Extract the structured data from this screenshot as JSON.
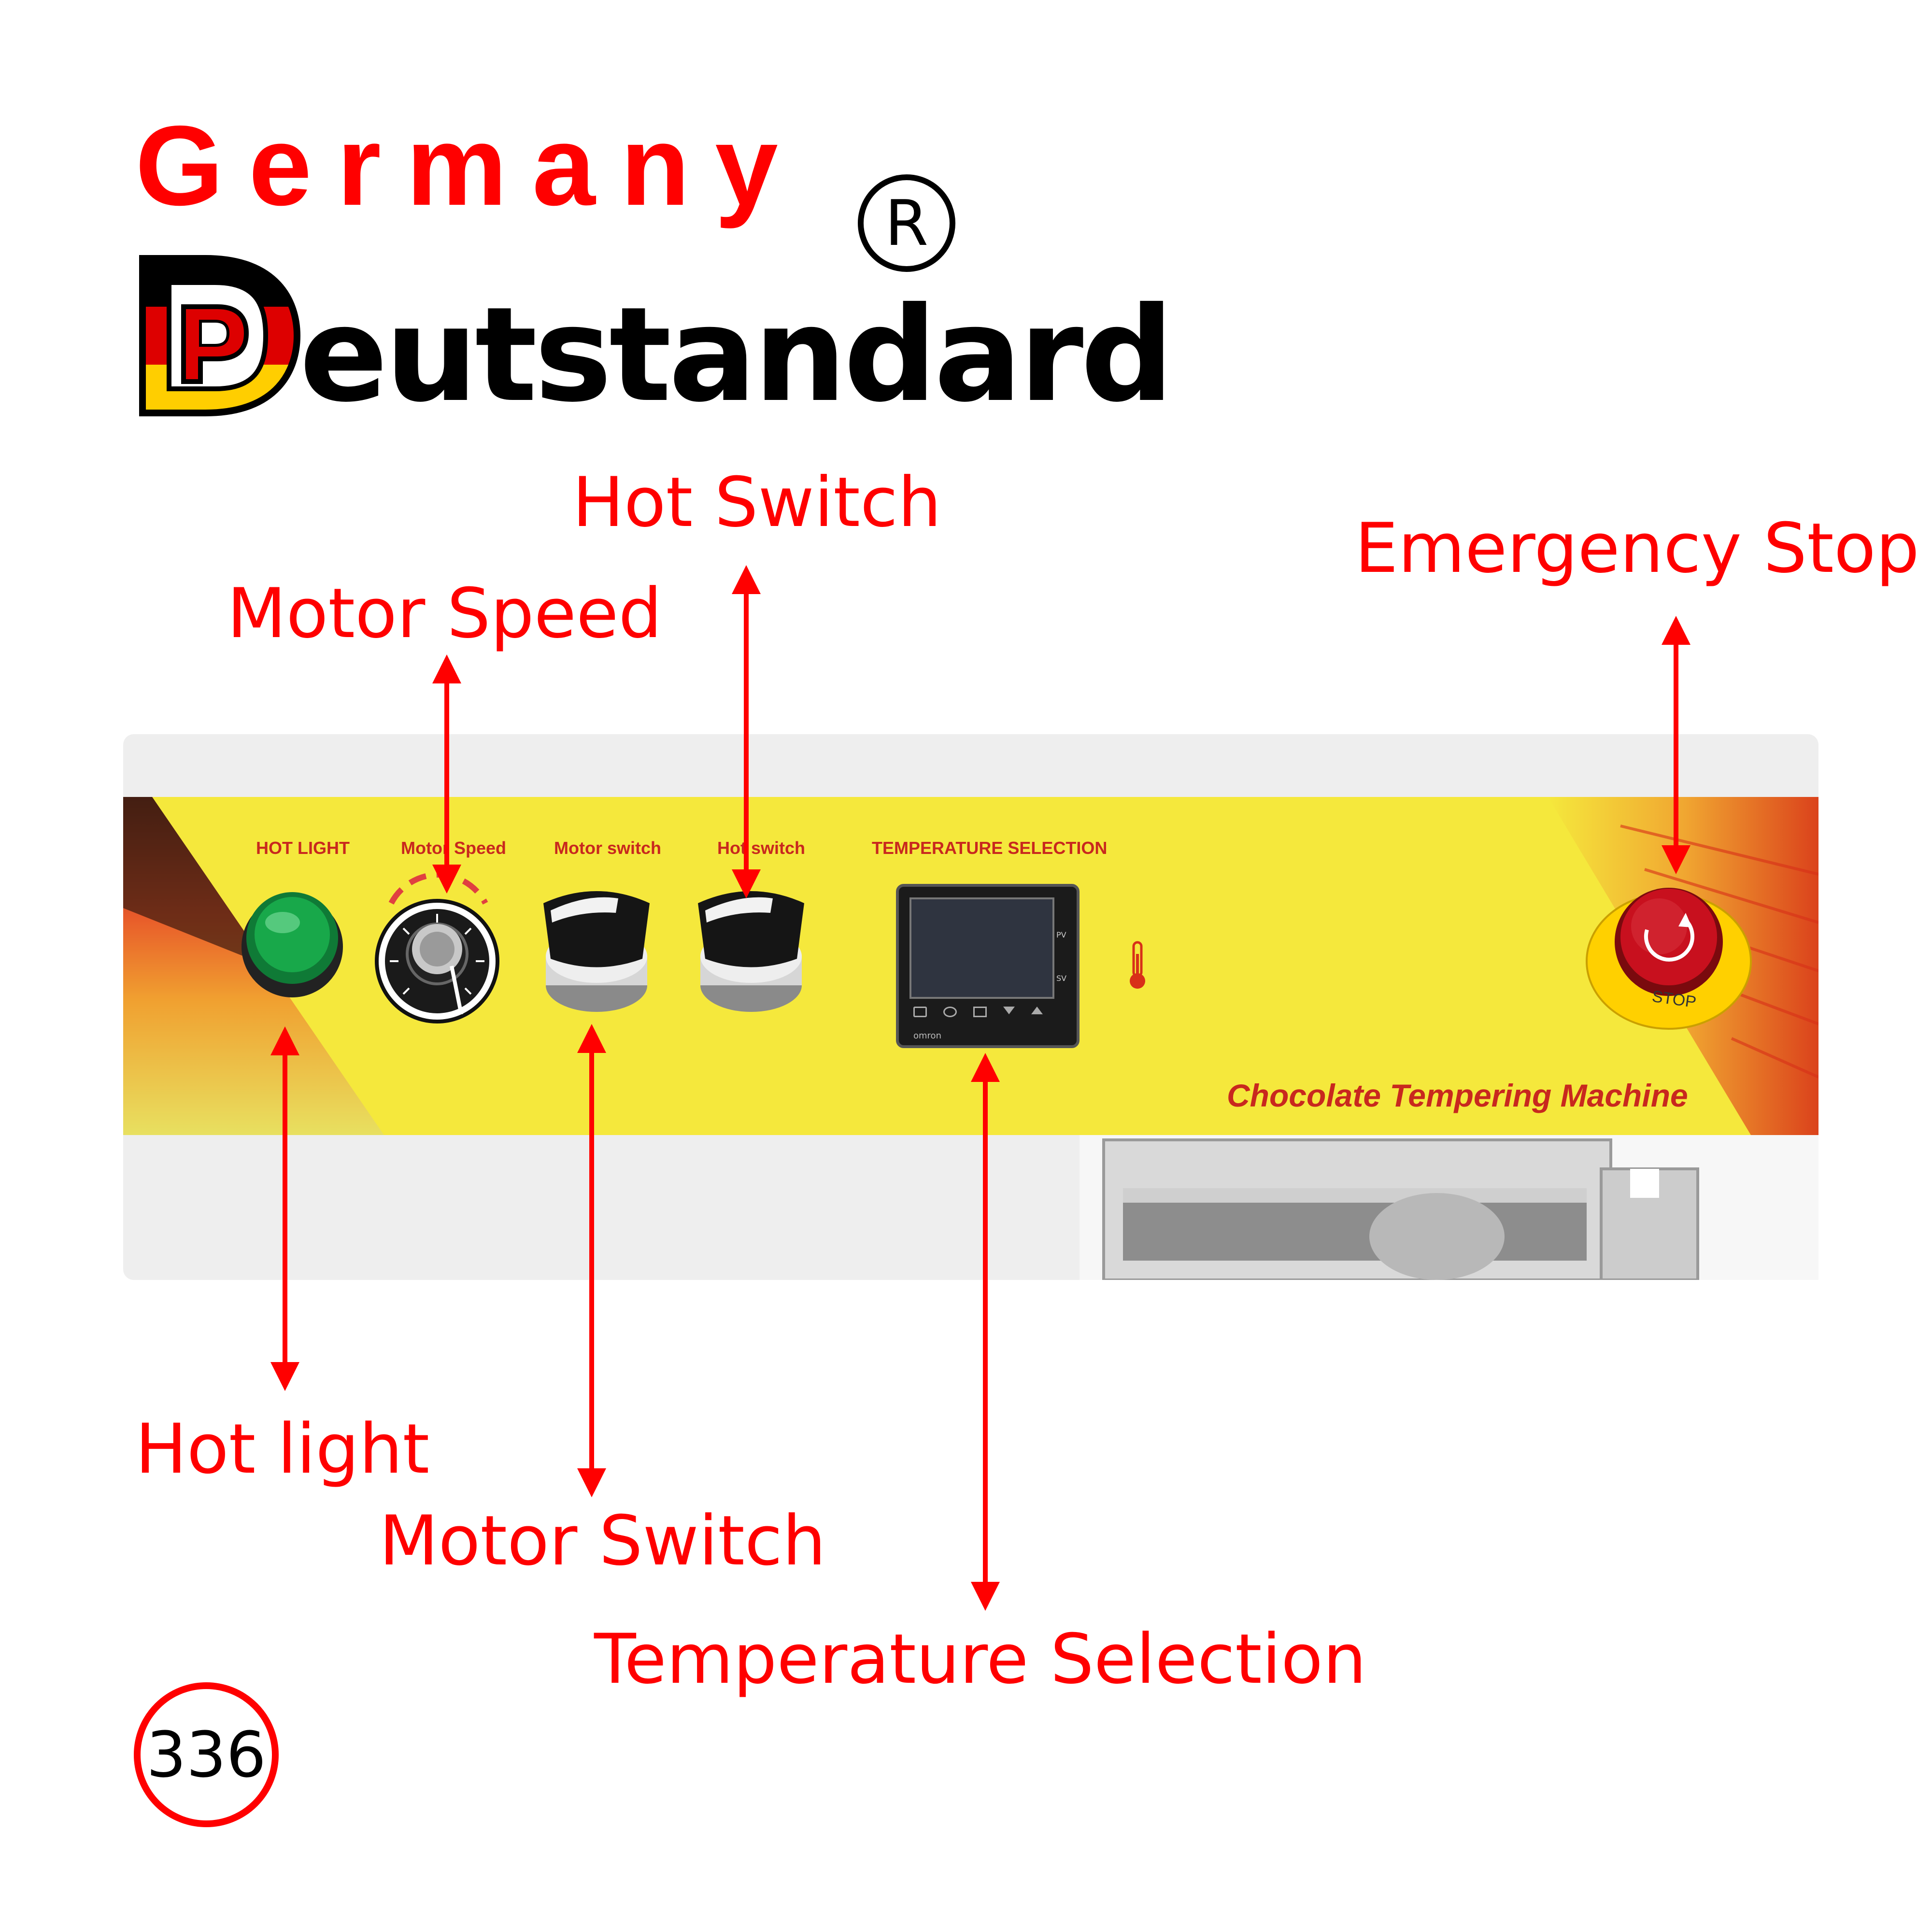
{
  "brand": {
    "top_text": "Germany",
    "bottom_text": "eutstandard",
    "registered_mark": "®",
    "colors": {
      "black": "#000000",
      "red": "#dd0000",
      "gold": "#ffce00"
    }
  },
  "panel": {
    "labels": {
      "hot_light": "HOT LIGHT",
      "motor_speed": "Motor Speed",
      "motor_switch": "Motor switch",
      "hot_switch": "Hot switch",
      "temperature_selection": "TEMPERATURE SELECTION"
    },
    "footer": "Chocolate Tempering Machine",
    "stop_text": "STOP",
    "controller_brand": "omron",
    "controller_indicators": [
      "PV",
      "SV"
    ],
    "colors": {
      "panel_yellow": "#f5e83c",
      "label_red": "#c8281e",
      "lamp_green": "#18a84a",
      "stop_red": "#c8101e"
    }
  },
  "callouts": {
    "hot_switch": "Hot Switch",
    "motor_speed": "Motor Speed",
    "emergency_stop": "Emergency Stop",
    "hot_light": "Hot light",
    "motor_switch": "Motor Switch",
    "temperature_selection": "Temperature Selection",
    "arrow_color": "#ff0000"
  },
  "badge": {
    "number": "336"
  }
}
